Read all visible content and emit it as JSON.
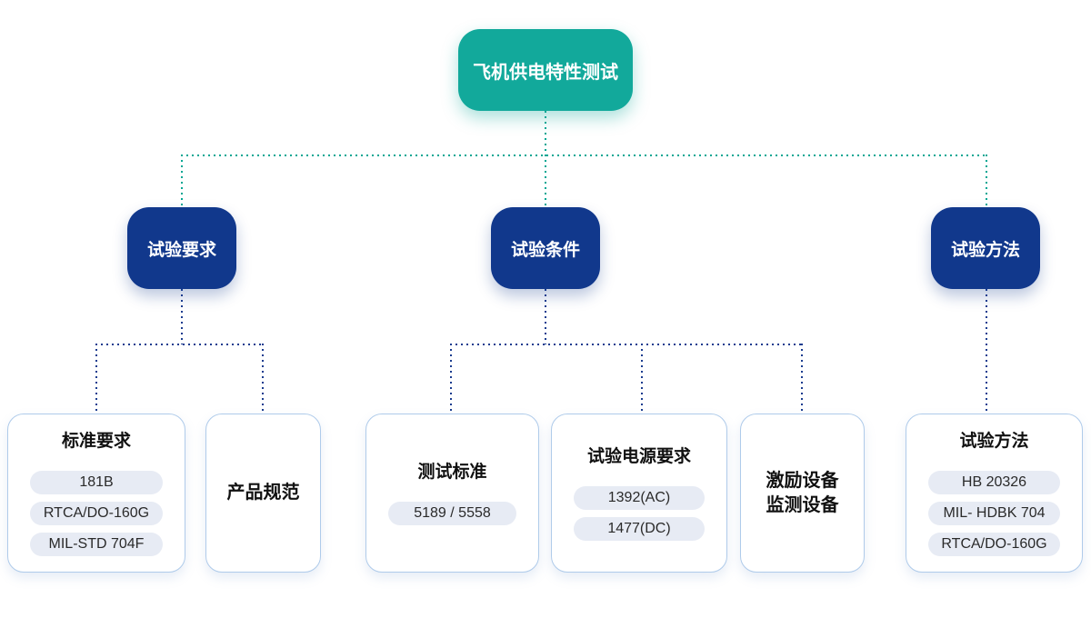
{
  "root": {
    "label": "飞机供电特性测试"
  },
  "branches": [
    {
      "label": "试验要求"
    },
    {
      "label": "试验条件"
    },
    {
      "label": "试验方法"
    }
  ],
  "cards": [
    {
      "title": "标准要求",
      "pills": [
        "181B",
        "RTCA/DO-160G",
        "MIL-STD 704F"
      ]
    },
    {
      "title": "产品规范",
      "pills": []
    },
    {
      "title": "测试标准",
      "pills": [
        "5189 / 5558"
      ]
    },
    {
      "title": "试验电源要求",
      "pills": [
        "1392(AC)",
        "1477(DC)"
      ]
    },
    {
      "lines": [
        "激励设备",
        "监测设备"
      ]
    },
    {
      "title": "试验方法",
      "pills": [
        "HB 20326",
        "MIL- HDBK 704",
        "RTCA/DO-160G"
      ]
    }
  ],
  "colors": {
    "root_node": "#12A99B",
    "branch_node": "#11388C",
    "teal_connector": "#00A693",
    "blue_connector": "#1B3C8F",
    "card_border": "#AFCBEA",
    "pill_bg": "#E7EBF4",
    "node_text": "#FFFFFF",
    "text_dark": "#1C1C1C",
    "background": "#FFFFFF"
  }
}
